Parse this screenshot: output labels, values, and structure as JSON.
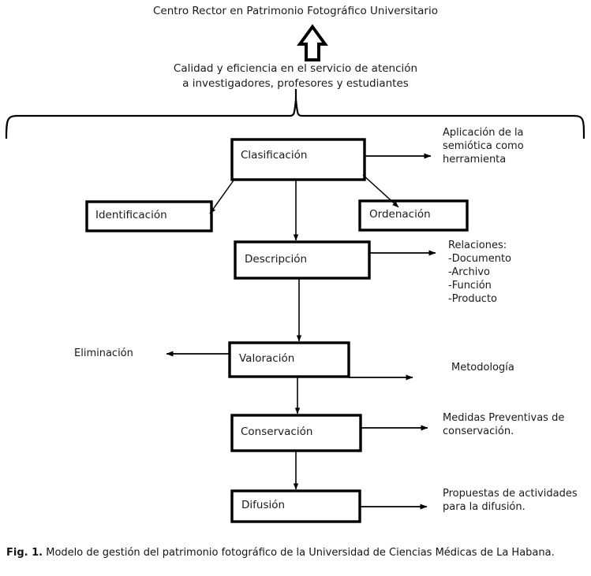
{
  "figure": {
    "top_title": "Centro Rector en Patrimonio Fotográfico Universitario",
    "top_subtitle": "Calidad y eficiencia en el servicio de atención\na investigadores, profesores y estudiantes",
    "caption_prefix": "Fig. 1.",
    "caption_text": " Modelo de gestión del patrimonio fotográfico de la Universidad de Ciencias Médicas de La Habana."
  },
  "boxes": {
    "clasificacion": "Clasificación",
    "identificacion": "Identificación",
    "ordenacion": "Ordenación",
    "descripcion": "Descripción",
    "valoracion": "Valoración",
    "conservacion": "Conservación",
    "difusion": "Difusión"
  },
  "annotations": {
    "semiotica": "Aplicación de la\nsemiótica como\nherramienta",
    "relaciones": "Relaciones:\n-Documento\n-Archivo\n-Función\n-Producto",
    "eliminacion": "Eliminación",
    "metodologia": "Metodología",
    "medidas": "Medidas Preventivas de\nconservación.",
    "propuestas": "Propuestas de actividades\npara la difusión."
  },
  "style": {
    "line_color": "#000000",
    "text_color": "#1a1a1a",
    "background": "#ffffff"
  }
}
